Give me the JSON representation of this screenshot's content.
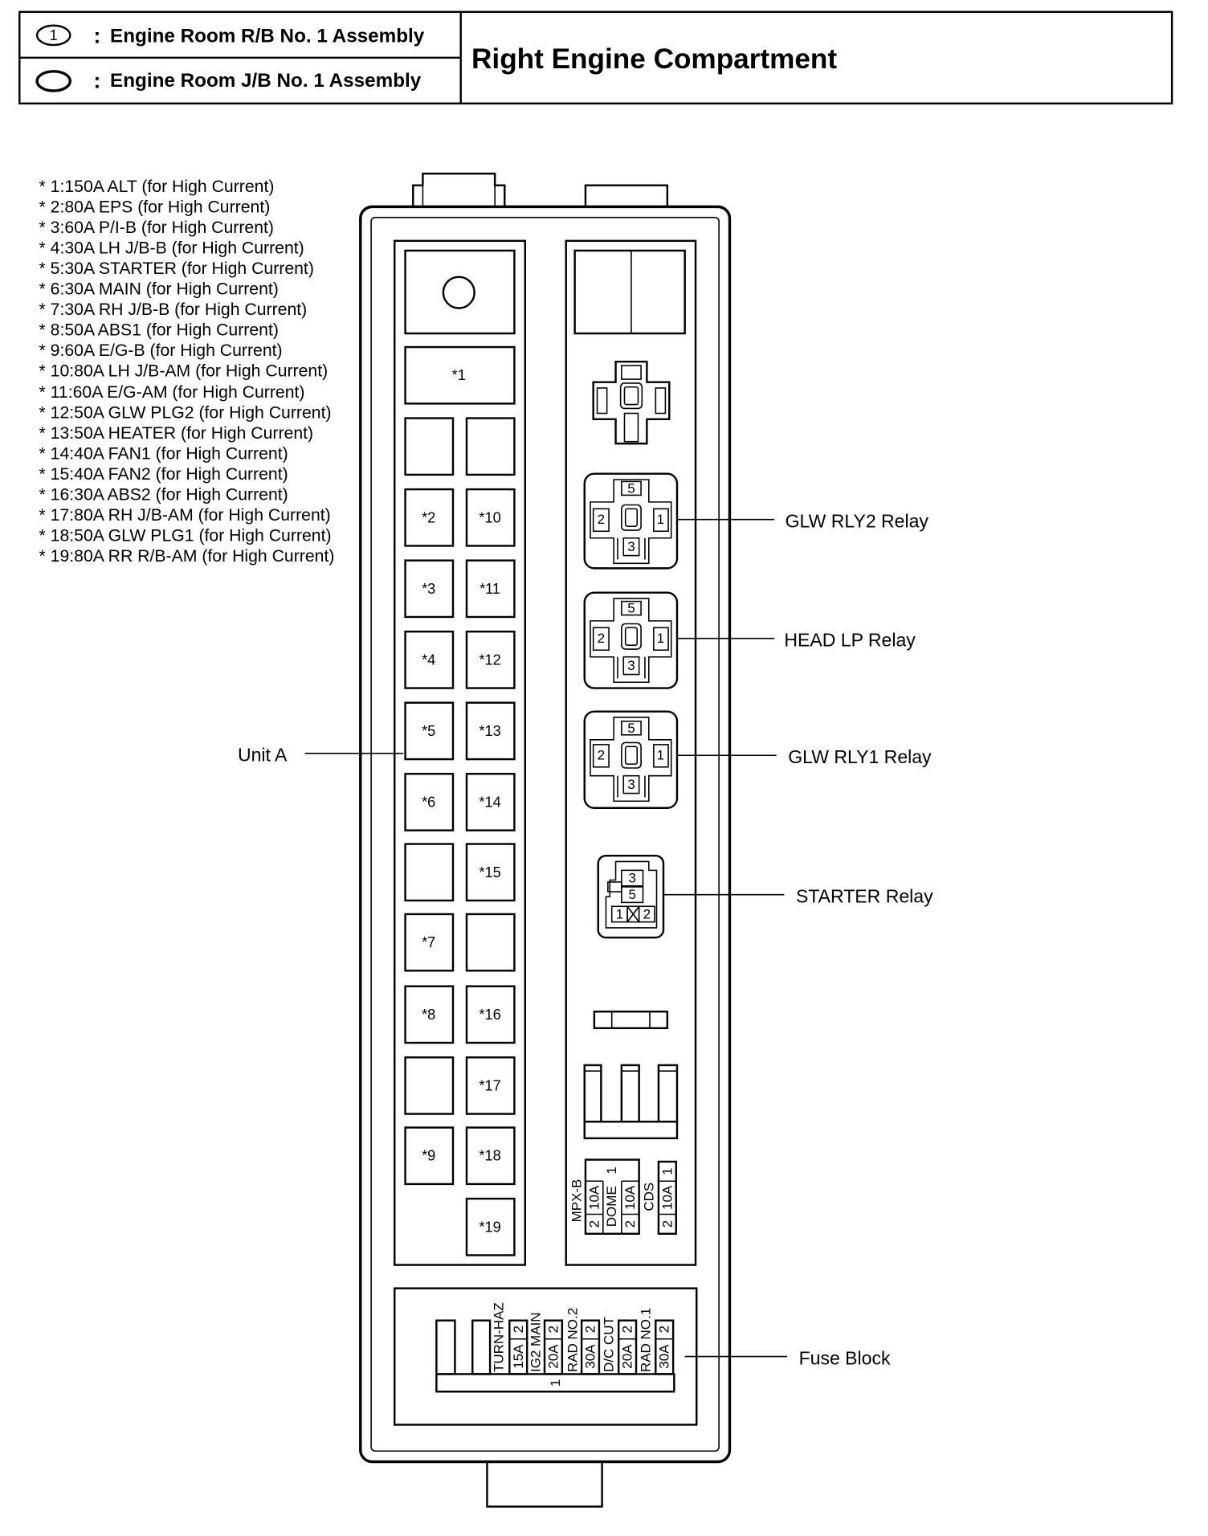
{
  "header": {
    "legend": [
      {
        "marker": "1",
        "separator": ":",
        "text": "Engine Room R/B No. 1 Assembly"
      },
      {
        "separator": ":",
        "text": "Engine Room J/B No. 1 Assembly"
      }
    ],
    "title": "Right Engine Compartment"
  },
  "fuse_list": [
    "* 1:150A ALT (for High Current)",
    "* 2:80A EPS (for High Current)",
    "* 3:60A P/I-B (for High Current)",
    "* 4:30A LH J/B-B (for High Current)",
    "* 5:30A STARTER (for High Current)",
    "* 6:30A MAIN (for High Current)",
    "* 7:30A RH J/B-B (for High Current)",
    "* 8:50A ABS1 (for High Current)",
    "* 9:60A E/G-B (for High Current)",
    "* 10:80A LH J/B-AM (for High Current)",
    "* 11:60A E/G-AM (for High Current)",
    "* 12:50A GLW PLG2 (for High Current)",
    "* 13:50A HEATER (for High Current)",
    "* 14:40A FAN1 (for High Current)",
    "* 15:40A FAN2 (for High Current)",
    "* 16:30A ABS2 (for High Current)",
    "* 17:80A RH J/B-AM (for High Current)",
    "* 18:50A GLW PLG1 (for High Current)",
    "* 19:80A RR R/B-AM (for High Current)"
  ],
  "unit_a": {
    "label": "Unit A",
    "top_slot": "*1",
    "left_column": [
      "*2",
      "*3",
      "*4",
      "*5",
      "*6",
      "*7",
      "*8",
      "*9"
    ],
    "right_column": [
      "*10",
      "*11",
      "*12",
      "*13",
      "*14",
      "*15",
      "*16",
      "*17",
      "*18",
      "*19"
    ]
  },
  "relays": [
    {
      "label": "GLW RLY2 Relay",
      "pins": [
        "5",
        "2",
        "1",
        "3"
      ]
    },
    {
      "label": "HEAD LP Relay",
      "pins": [
        "5",
        "2",
        "1",
        "3"
      ]
    },
    {
      "label": "GLW RLY1 Relay",
      "pins": [
        "5",
        "2",
        "1",
        "3"
      ]
    }
  ],
  "starter_relay": {
    "label": "STARTER Relay",
    "pins": [
      "3",
      "5",
      "1",
      "2"
    ]
  },
  "mini_fuses": {
    "mpx_b": {
      "name": "MPX-B",
      "pin": "2",
      "rating": "10A"
    },
    "dome": {
      "name": "DOME",
      "top_pin": "1",
      "pin": "2",
      "rating": "10A"
    },
    "cds": {
      "name": "CDS",
      "pin": "2",
      "rating": "10A",
      "top_pin": "1"
    }
  },
  "fuse_block": {
    "label": "Fuse Block",
    "base_pin": "1",
    "fuses": [
      {
        "name": "TURN-HAZ",
        "rating": "15A",
        "pin": "2"
      },
      {
        "name": "IG2 MAIN",
        "rating": "20A",
        "pin": "2"
      },
      {
        "name": "RAD NO.2",
        "rating": "30A",
        "pin": "2"
      },
      {
        "name": "D/C CUT",
        "rating": "20A",
        "pin": "2"
      },
      {
        "name": "RAD NO.1",
        "rating": "30A",
        "pin": "2"
      }
    ]
  }
}
